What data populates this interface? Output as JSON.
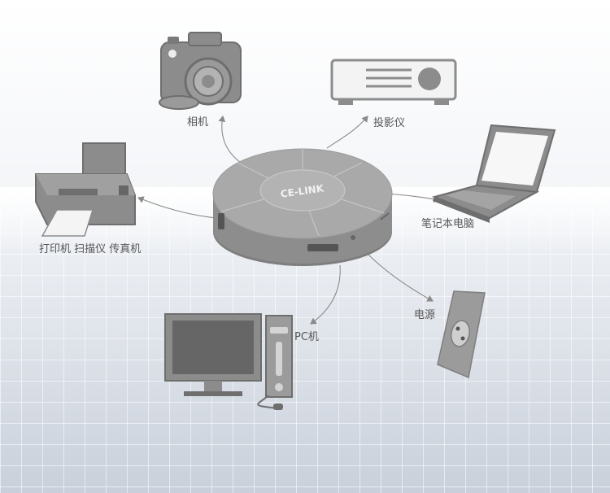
{
  "hub": {
    "brand": "CE-LINK"
  },
  "devices": {
    "camera": "相机",
    "projector": "投影仪",
    "laptop": "笔记本电脑",
    "printer": "打印机 扫描仪 传真机",
    "power": "电源",
    "pc": "PC机"
  },
  "colors": {
    "device_gray": "#8c8c8c",
    "device_dark": "#6e6e6e",
    "hub_top": "#a9a9a9",
    "hub_side": "#8a8a8a",
    "arrow": "#8a8a8a",
    "label_text": "#555555",
    "grid_line": "#ffffff",
    "gradient_bottom": "#c9d0db"
  }
}
